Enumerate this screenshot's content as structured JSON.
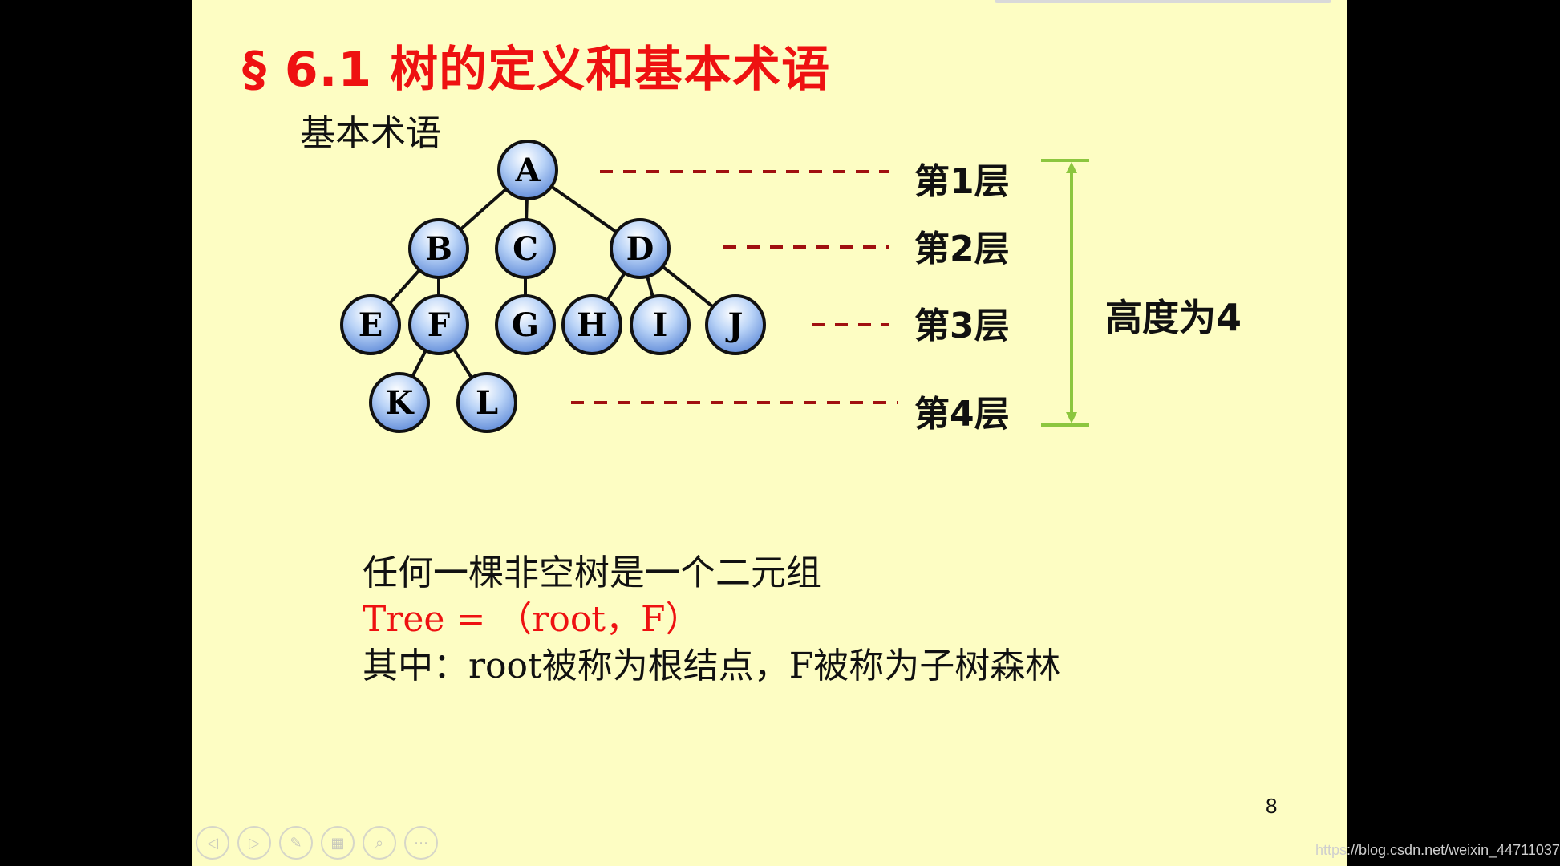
{
  "slide": {
    "title": "§ 6.1 树的定义和基本术语",
    "subtitle": "基本术语",
    "tree": {
      "nodes": [
        "A",
        "B",
        "C",
        "D",
        "E",
        "F",
        "G",
        "H",
        "I",
        "J",
        "K",
        "L"
      ],
      "edges": [
        [
          "A",
          "B"
        ],
        [
          "A",
          "C"
        ],
        [
          "A",
          "D"
        ],
        [
          "B",
          "E"
        ],
        [
          "B",
          "F"
        ],
        [
          "C",
          "G"
        ],
        [
          "D",
          "H"
        ],
        [
          "D",
          "I"
        ],
        [
          "D",
          "J"
        ],
        [
          "F",
          "K"
        ],
        [
          "F",
          "L"
        ]
      ]
    },
    "layers": [
      "第1层",
      "第2层",
      "第3层",
      "第4层"
    ],
    "height_label": "高度为4",
    "lines": {
      "line1": "任何一棵非空树是一个二元组",
      "line2": "Tree = （root，F）",
      "line3": "其中：root被称为根结点，F被称为子树森林"
    },
    "page_number": "8"
  },
  "controls": {
    "prev_icon": "◁",
    "next_icon": "▷",
    "pen_icon": "✎",
    "slides_icon": "▦",
    "zoom_icon": "⌕",
    "more_icon": "⋯"
  },
  "watermark": "https://blog.csdn.net/weixin_44711037",
  "colors": {
    "slide_background": "#fdfdc3",
    "title": "#ee1111",
    "dashed_line": "#a01010",
    "height_arrow": "#8cc63f"
  }
}
